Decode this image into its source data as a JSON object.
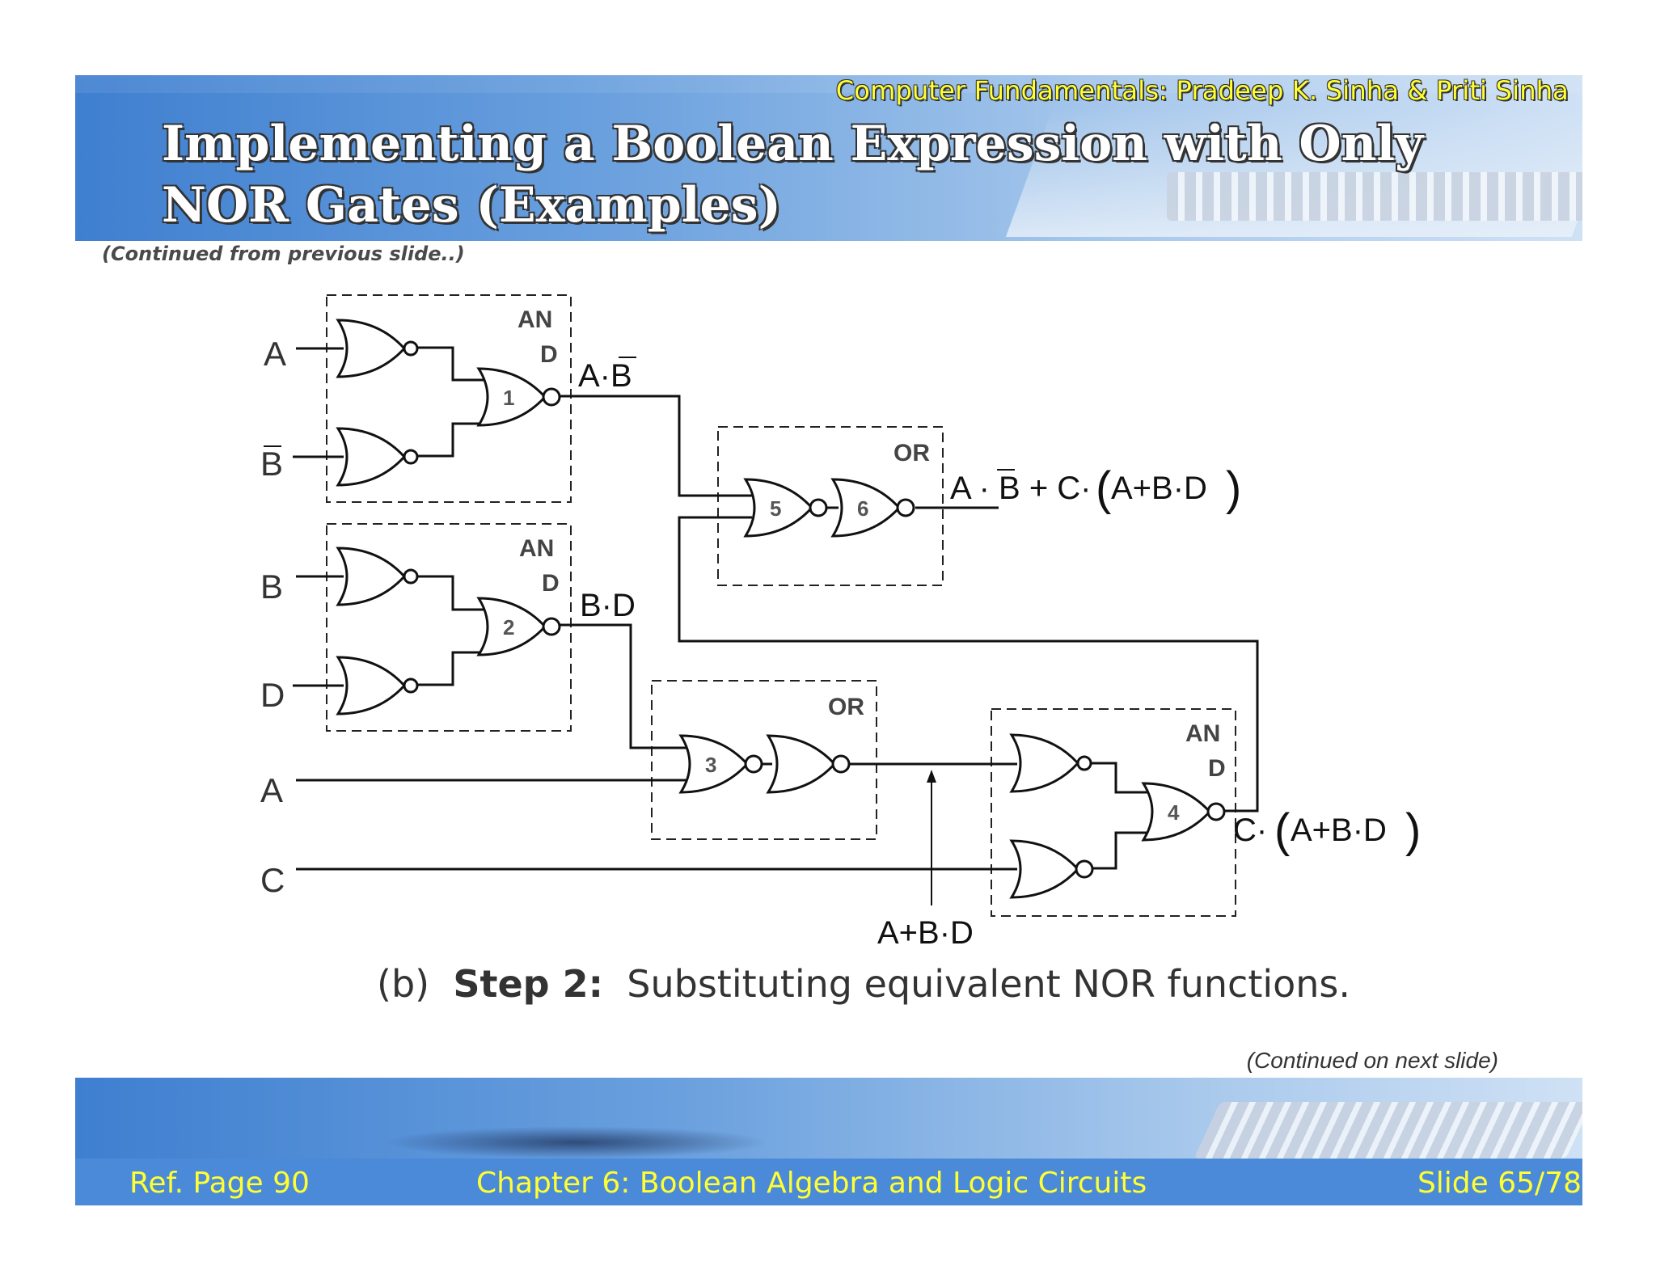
{
  "header": {
    "book_credit": "Computer Fundamentals: Pradeep K. Sinha & Priti Sinha",
    "title": "Implementing a Boolean Expression with Only NOR Gates (Examples)",
    "continued_from": "(Continued from previous slide..)"
  },
  "diagram": {
    "inputs": [
      "A",
      "B",
      "B",
      "D",
      "A",
      "C"
    ],
    "box_labels": {
      "and1": [
        "AN",
        "D"
      ],
      "and2": [
        "AN",
        "D"
      ],
      "and4": [
        "AN",
        "D"
      ],
      "or56": "OR",
      "or3": "OR"
    },
    "gate_numbers": [
      "1",
      "2",
      "3",
      "4",
      "5",
      "6"
    ],
    "expressions": {
      "ab_bar": "A·B",
      "bd": "B·D",
      "a_plus_bd": "A+B·D",
      "final_left": "A · B + C·",
      "final_inner": "A+B·D",
      "c_part": "C·",
      "c_inner": "A+B·D",
      "open_paren": "(",
      "close_paren": ")"
    }
  },
  "caption": {
    "prefix": "(b)",
    "step": "Step 2:",
    "text": "Substituting equivalent NOR functions."
  },
  "continued_next": "(Continued on next slide)",
  "footer": {
    "ref_page": "Ref. Page 90",
    "chapter": "Chapter 6: Boolean Algebra and Logic Circuits",
    "slide": "Slide 65/78"
  }
}
